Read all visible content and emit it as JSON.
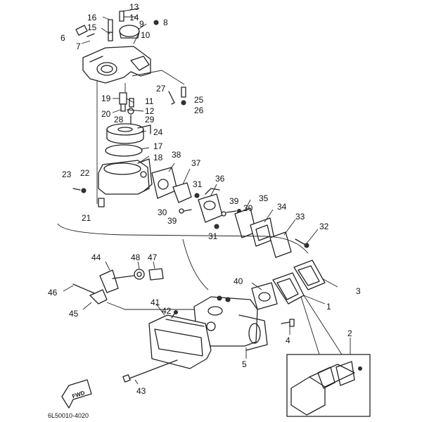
{
  "callouts": [
    "1",
    "2",
    "3",
    "4",
    "5",
    "6",
    "7",
    "8",
    "9",
    "10",
    "11",
    "12",
    "13",
    "14",
    "15",
    "16",
    "17",
    "18",
    "19",
    "20",
    "21",
    "22",
    "23",
    "24",
    "25",
    "26",
    "27",
    "28",
    "29",
    "30",
    "31",
    "32",
    "33",
    "34",
    "35",
    "36",
    "37",
    "38",
    "39",
    "40",
    "41",
    "42",
    "43",
    "44",
    "45",
    "46",
    "47",
    "48"
  ],
  "part_code": "6L50010-4020",
  "fwd_label": "FWD"
}
